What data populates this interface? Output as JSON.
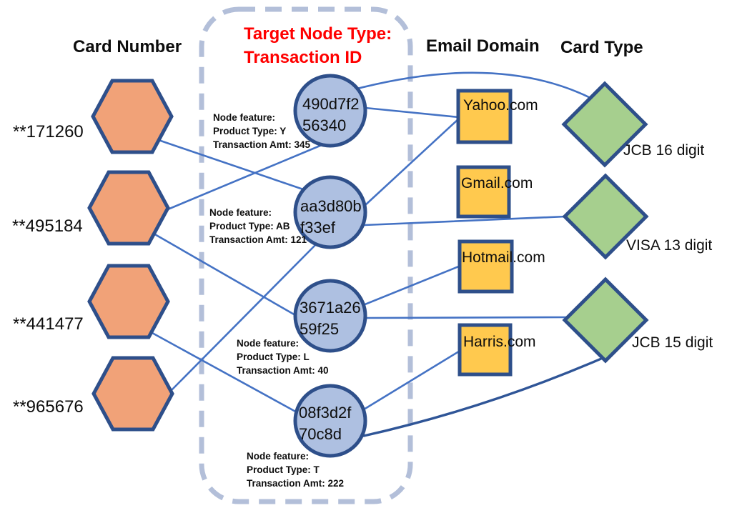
{
  "headers": {
    "card_number": "Card Number",
    "target_line1": "Target Node Type:",
    "target_line2": "Transaction ID",
    "email_domain": "Email Domain",
    "card_type": "Card Type"
  },
  "columns": {
    "card_numbers": [
      {
        "id": "card-171260",
        "label": "**171260"
      },
      {
        "id": "card-495184",
        "label": "**495184"
      },
      {
        "id": "card-441477",
        "label": "**441477"
      },
      {
        "id": "card-965676",
        "label": "**965676"
      }
    ],
    "transactions": [
      {
        "id": "txn-490d7f256340",
        "label_line1": "490d7f2",
        "label_line2": "56340",
        "feature": {
          "title": "Node feature:",
          "product_type": "Product Type: Y",
          "amount": "Transaction Amt: 345"
        }
      },
      {
        "id": "txn-aa3d80bf33ef",
        "label_line1": "aa3d80b",
        "label_line2": "f33ef",
        "feature": {
          "title": "Node feature:",
          "product_type": "Product Type: AB",
          "amount": "Transaction Amt: 121"
        }
      },
      {
        "id": "txn-3671a2659f25",
        "label_line1": "3671a26",
        "label_line2": "59f25",
        "feature": {
          "title": "Node feature:",
          "product_type": "Product Type: L",
          "amount": "Transaction Amt: 40"
        }
      },
      {
        "id": "txn-08f3d2f70c8d",
        "label_line1": "08f3d2f",
        "label_line2": "70c8d",
        "feature": {
          "title": "Node feature:",
          "product_type": "Product Type: T",
          "amount": "Transaction Amt: 222"
        }
      }
    ],
    "email_domains": [
      {
        "id": "email-yahoo",
        "label": "Yahoo.com"
      },
      {
        "id": "email-gmail",
        "label": "Gmail.com"
      },
      {
        "id": "email-hotmail",
        "label": "Hotmail.com"
      },
      {
        "id": "email-harris",
        "label": "Harris.com"
      }
    ],
    "card_types": [
      {
        "id": "cardtype-jcb16",
        "label": "JCB 16 digit"
      },
      {
        "id": "cardtype-visa13",
        "label": "VISA 13 digit"
      },
      {
        "id": "cardtype-jcb15",
        "label": "JCB 15 digit"
      }
    ]
  },
  "edges": [
    {
      "from": "card-171260",
      "to": "txn-aa3d80bf33ef"
    },
    {
      "from": "card-495184",
      "to": "txn-490d7f256340"
    },
    {
      "from": "card-495184",
      "to": "txn-3671a2659f25"
    },
    {
      "from": "card-441477",
      "to": "txn-08f3d2f70c8d"
    },
    {
      "from": "card-965676",
      "to": "txn-aa3d80bf33ef"
    },
    {
      "from": "txn-490d7f256340",
      "to": "email-yahoo"
    },
    {
      "from": "txn-490d7f256340",
      "to": "cardtype-jcb16"
    },
    {
      "from": "txn-aa3d80bf33ef",
      "to": "email-yahoo"
    },
    {
      "from": "txn-aa3d80bf33ef",
      "to": "cardtype-visa13"
    },
    {
      "from": "txn-3671a2659f25",
      "to": "email-hotmail"
    },
    {
      "from": "txn-3671a2659f25",
      "to": "cardtype-jcb15"
    },
    {
      "from": "txn-08f3d2f70c8d",
      "to": "email-harris"
    },
    {
      "from": "txn-08f3d2f70c8d",
      "to": "cardtype-jcb15"
    }
  ],
  "colors": {
    "edge_blue": "#4472C4",
    "edge_dark_blue": "#2F5597",
    "node_border": "#2E4F8A",
    "hexagon_fill": "#F1A278",
    "circle_fill": "#AEC0E1",
    "square_fill": "#FFC94E",
    "diamond_fill": "#A6CF8E",
    "dashed_box": "#B3BFD9",
    "heading_red": "#FF0000",
    "text_black": "#0D0D0D"
  }
}
